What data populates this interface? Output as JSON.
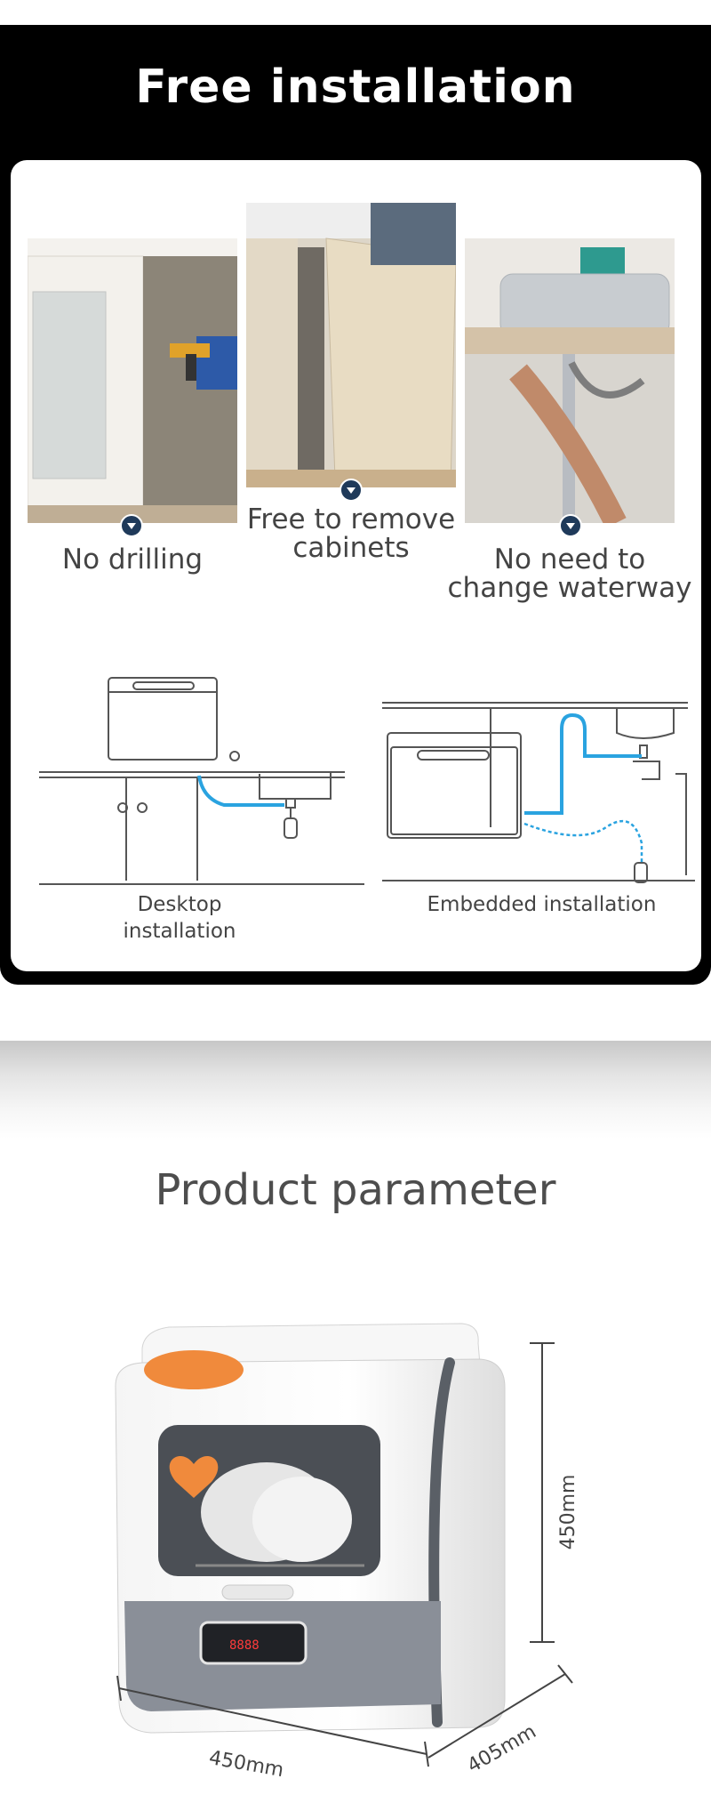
{
  "header": {
    "title": "Free installation"
  },
  "features": [
    {
      "label": "No drilling",
      "icon": "drill-photo"
    },
    {
      "label": "Free to remove cabinets",
      "icon": "cabinet-photo"
    },
    {
      "label": "No need to change waterway",
      "icon": "sink-photo"
    }
  ],
  "installations": [
    {
      "label": "Desktop installation"
    },
    {
      "label": "Embedded installation"
    }
  ],
  "parameter": {
    "title": "Product parameter",
    "height": "450mm",
    "width": "450mm",
    "depth": "405mm",
    "display_text": "8888"
  },
  "colors": {
    "banner": "#000000",
    "marker": "#1f3a5a",
    "pipe": "#2aa3e0",
    "label_orange": "#f08a3c",
    "control_grey": "#8a8f98"
  }
}
